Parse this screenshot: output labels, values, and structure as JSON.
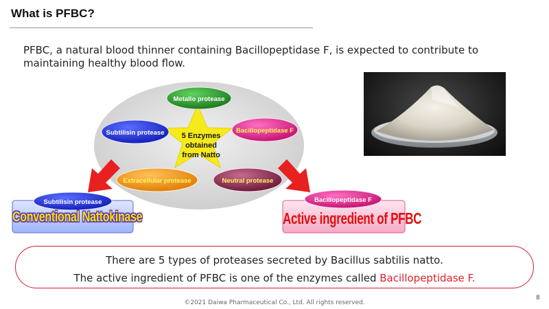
{
  "title": "What is PFBC?",
  "intro": "PFBC, a natural blood thinner containing Bacillopeptidase F, is expected to contribute to maintaining healthy blood flow.",
  "diagram": {
    "center_lines": [
      "5 Enzymes",
      "obtained",
      "from Natto"
    ],
    "enzymes": {
      "metallo": "Metallo protease",
      "subtilisin": "Subtilisin protease",
      "bacillopeptidase": "Bacillopeptidase F",
      "extracellular": "Extracellular protease",
      "neutral": "Neutral protease"
    },
    "left_box": {
      "enzyme": "Subtilisin protease",
      "label": "Conventional Nattokinase"
    },
    "right_box": {
      "enzyme": "Bacillopeptidase F",
      "label": "Active ingredient of PFBC"
    }
  },
  "summary": {
    "line1": "There are 5 types of proteases secreted by Bacillus sabtilis natto.",
    "line2_prefix": "The active ingredient of PFBC is one of the enzymes called ",
    "line2_highlight": "Bacillopeptidase F."
  },
  "footer": "©2021 Daiwa Pharmaceutical Co., Ltd. All rights reserved.",
  "page_number": "8",
  "colors": {
    "metallo": "#1f8a1f",
    "subtilisin": "#1a2bd6",
    "bacillopeptidase": "#d81e8a",
    "extracellular": "#ef9010",
    "neutral": "#8c2a52",
    "star": "#f6ea1c",
    "arrow": "#e82020",
    "summary_border": "#d21a2c"
  }
}
